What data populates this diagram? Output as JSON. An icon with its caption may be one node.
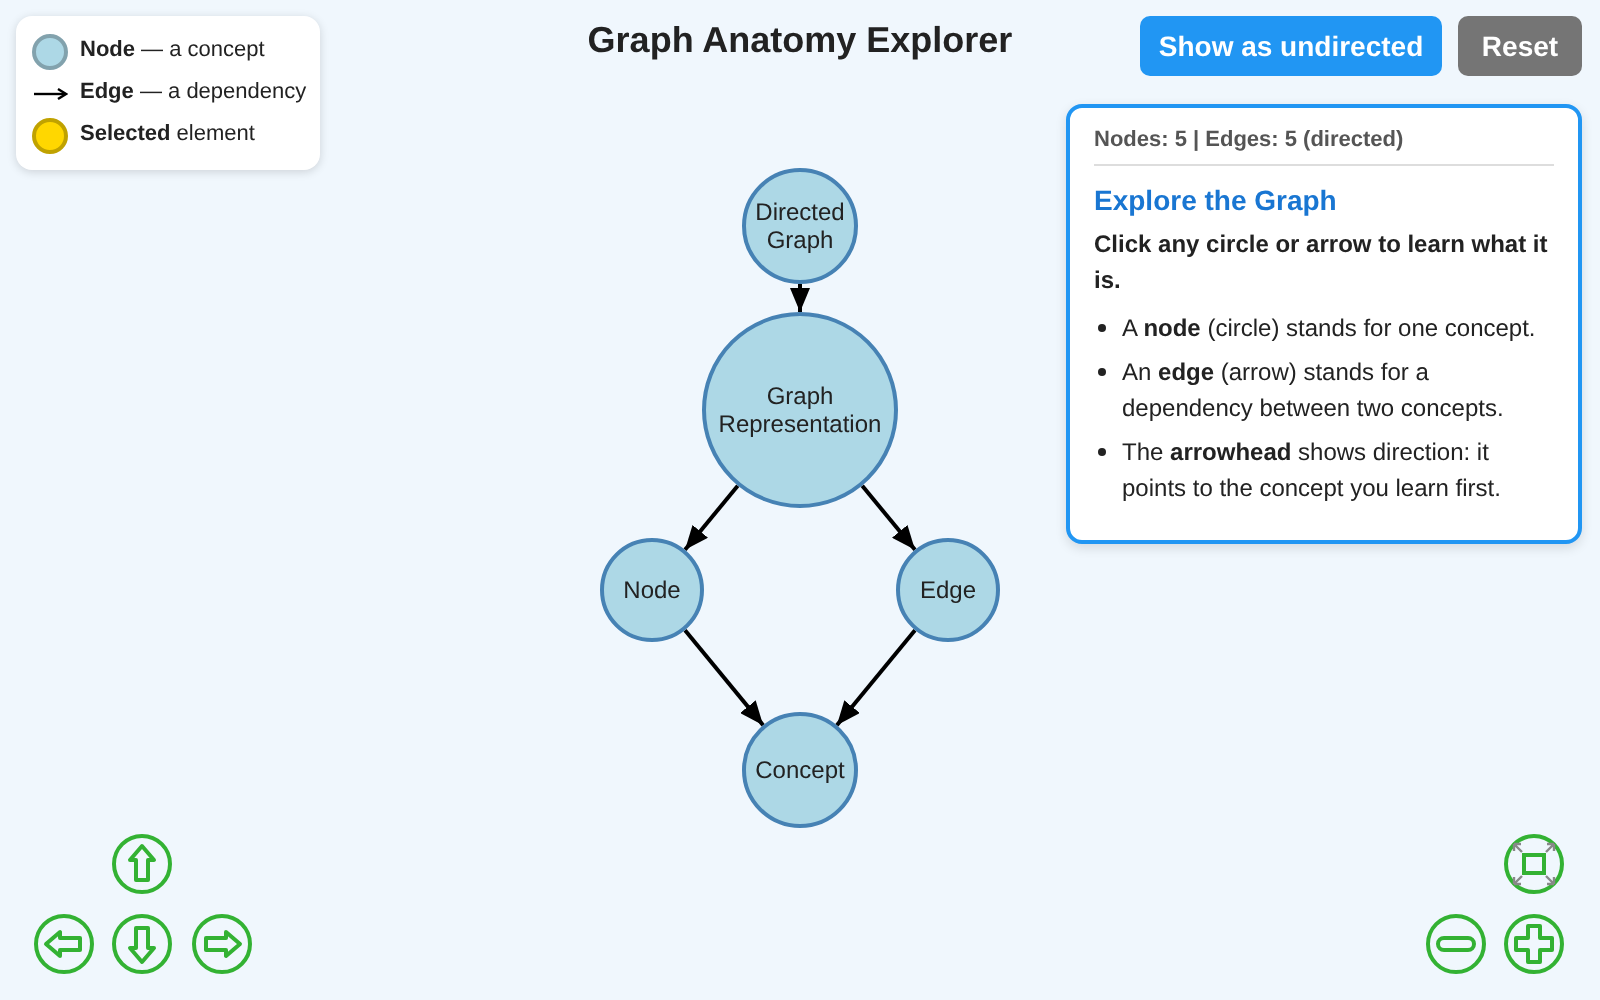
{
  "diagram": {
    "title": "Graph Anatomy Explorer",
    "nodes": [
      {
        "text": [
          "Directed Graph"
        ]
      },
      {
        "text": [
          "Graph Representation"
        ]
      },
      {
        "text": [
          "Node"
        ]
      },
      {
        "text": [
          "Edge"
        ]
      },
      {
        "text": [
          "Concept"
        ]
      }
    ],
    "edges": [
      {
        "from": 0,
        "to": 1,
        "arrow": "to"
      },
      {
        "from": 1,
        "to": 2,
        "arrow": "to"
      },
      {
        "from": 1,
        "to": 3,
        "arrow": "to"
      },
      {
        "from": 2,
        "to": 4,
        "arrow": "to"
      },
      {
        "from": 3,
        "to": 4,
        "arrow": "to"
      }
    ],
    "labels": [
      "Show as undirected",
      "Reset",
      "Nodes: 5 | Edges: 5 (directed)",
      "Explore the Graph",
      "Click any circle or arrow to learn what it is.",
      "A **node** (circle) stands for one concept.",
      "An **edge** (arrow) stands for a dependency between two concepts.",
      "The **arrowhead** shows direction: it points to the concept you learn first."
    ],
    "legend": [
      {
        "text": "**Node** — a concept",
        "color": "#add8e6"
      },
      {
        "text": "**Edge** — a dependency"
      },
      {
        "text": "**Selected** element",
        "color": "#ffd700"
      }
    ]
  }
}
